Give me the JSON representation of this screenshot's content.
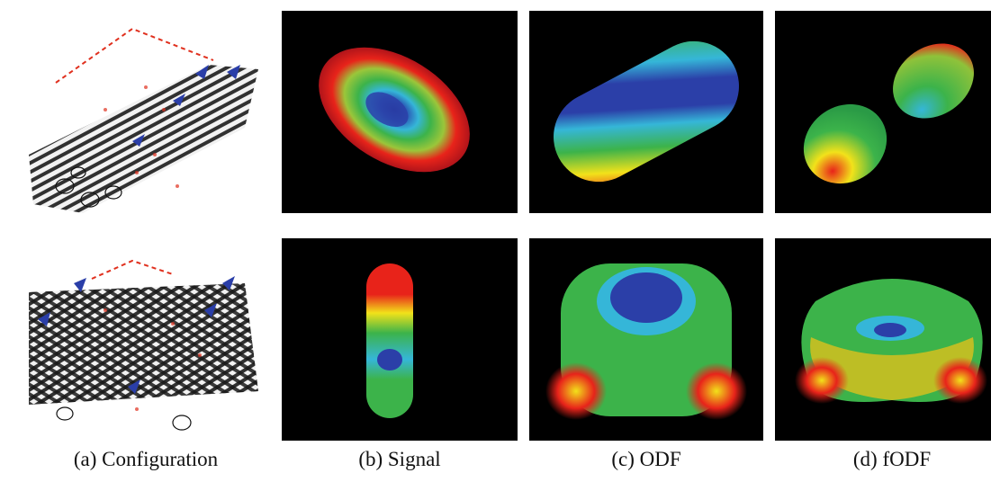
{
  "captions": {
    "a": "(a) Configuration",
    "b": "(b) Signal",
    "c": "(c) ODF",
    "d": "(d) fODF"
  },
  "colors": {
    "background": "#000000",
    "fiber_outline": "#111111",
    "fiber_fill": "#e8e8e8",
    "highlight_red": "#e0301e",
    "highlight_blue": "#2a3ea8",
    "glyph_red": "#e8231a",
    "glyph_yellow": "#f2e21a",
    "glyph_green": "#3cb34a",
    "glyph_cyan": "#35b6d8",
    "glyph_blue": "#2b3fa8"
  }
}
